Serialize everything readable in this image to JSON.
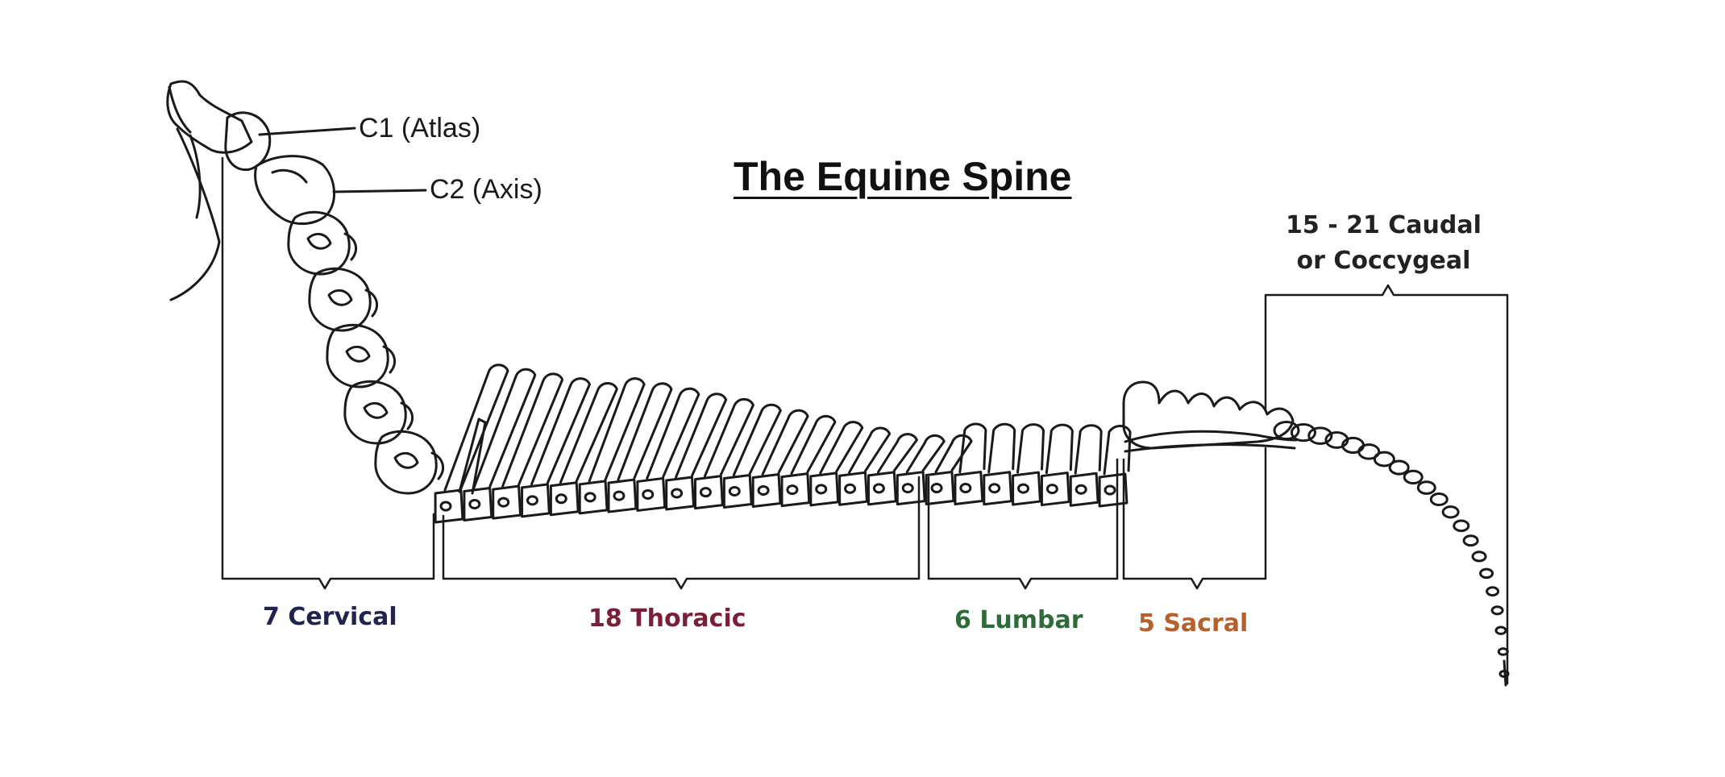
{
  "title": "The Equine Spine",
  "callouts": {
    "c1": "C1  (Atlas)",
    "c2": "C2  (Axis)"
  },
  "regions": {
    "cervical": {
      "label": "7 Cervical",
      "color": "#23234f"
    },
    "thoracic": {
      "label": "18 Thoracic",
      "color": "#7a1f3a"
    },
    "lumbar": {
      "label": "6 Lumbar",
      "color": "#2e6b3a"
    },
    "sacral": {
      "label": "5 Sacral",
      "color": "#b5612e"
    },
    "caudal": {
      "label_line1": "15 - 21 Caudal",
      "label_line2": "or Coccygeal",
      "color": "#222222"
    }
  }
}
